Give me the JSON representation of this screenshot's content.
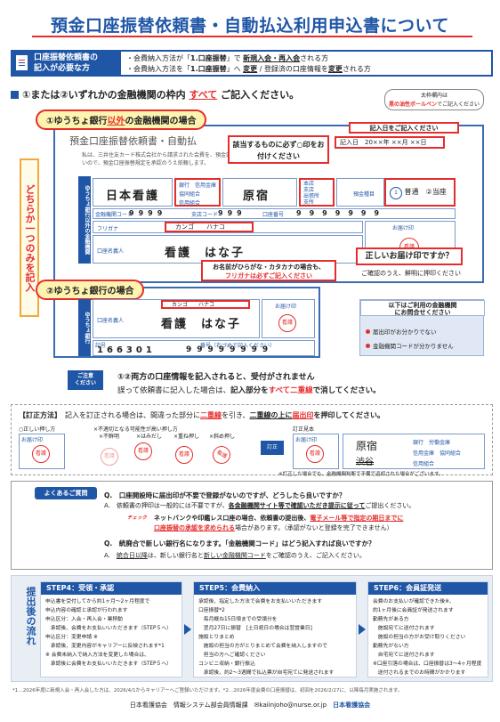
{
  "title": "預金口座振替依頼書・自動払込利用申込書について",
  "topbox": {
    "head_line1": "口座振替依頼書の",
    "head_line2": "記入が必要な方",
    "line1_a": "・会費納入方法が「",
    "line1_b": "1.口座振替",
    "line1_c": "」で ",
    "line1_d": "新規入会・再入会",
    "line1_e": "される方",
    "line2_a": "・会費納入方法を「",
    "line2_b": "1.口座振替",
    "line2_c": "」へ ",
    "line2_d": "変更",
    "line2_e": " / 登録済の口座情報を",
    "line2_f": "変更",
    "line2_g": "される方"
  },
  "section": {
    "head_a": "①または②いずれかの金融機関の枠内 ",
    "head_b": "すべて",
    "head_c": " ご記入ください。",
    "stamp_note_1": "太枠欄内は",
    "stamp_note_2": "黒の油性ボールペン",
    "stamp_note_3": "でご記入ください"
  },
  "side_label": "どちらか一つのみを記入",
  "form1": {
    "pill_a": "①ゆうちょ銀行",
    "pill_b": "以外",
    "pill_c": "の金融機関の場合",
    "title": "預金口座振替依頼書・自動払",
    "desc": "私は、三井住友カード株式会社から請求された会費を、預金口座振替によりお支払いすることとしたいので、預金口座振替規定を承認のうえ依頼します。",
    "vlabel": "ゆうちょ銀行以外の金融機関",
    "bank_name": "日本看護",
    "branch_name": "原宿",
    "opts_left": [
      "銀行",
      "信用金庫",
      "協同組合",
      "信用組合",
      "信農連"
    ],
    "opts_right": [
      "本店",
      "支店",
      "出張所",
      "代理店",
      "支所",
      "営業部"
    ],
    "code_label": "金融機関コード",
    "code_digits": [
      "9",
      "9",
      "9",
      "9"
    ],
    "branch_code_label": "支店コード",
    "branch_digits": [
      "9",
      "9",
      "9"
    ],
    "acct_label": "口座番号",
    "acct_digits": [
      "9",
      "9",
      "9",
      "9",
      "9",
      "9",
      "9"
    ],
    "furigana_label": "フリガナ",
    "furigana": "カンゴ　　ハナコ",
    "holder_label": "口座名義人",
    "holder": "看護　はな子",
    "seal_label": "お届け印",
    "seal": "看護",
    "type_label": "預金種目",
    "type_opt1": "普通",
    "type_opt2": "当座",
    "date_head": "記入日をご記入ください",
    "date_row": "記入日　20××年 ××月 ××日",
    "callout_circle": "該当するものに必ず○印をお付けください",
    "callout_kana_1": "お名前がひらがな・カタカナの場合も、",
    "callout_kana_2": "フリガナは必ずご記入ください"
  },
  "form2": {
    "pill": "②ゆうちょ銀行の場合",
    "vlabel": "ゆうちょ銀行",
    "furigana": "カンゴ　　ハナコ",
    "holder_label": "口座名義人",
    "holder": "看護　はな子",
    "seal_label": "お届け印",
    "seal": "看護",
    "symbol_label": "記号",
    "symbol_digits": [
      "1",
      "6",
      "6",
      "3",
      "0",
      "1"
    ],
    "number_label": "番号（右づめで記入ください）",
    "number_digits": [
      "9",
      "9",
      "9",
      "9",
      "9",
      "9",
      "9",
      "9"
    ]
  },
  "stamp_callout": {
    "title": "正しいお届け印ですか？",
    "sub": "ご確認のうえ、鮮明に押印ください"
  },
  "info_box": {
    "title_1": "以下はご利用の金融機関",
    "title_2": "にお問合せください",
    "item1": "届出印がお分かりでない",
    "item2": "金融機関コードが分かりません"
  },
  "notice": {
    "tag_1": "ご注意",
    "tag_2": "ください",
    "line1": "①②両方の口座情報を記入されると、受付がされません",
    "line2_a": "誤って依頼書に記入した場合は、",
    "line2_b": "記入部分を",
    "line2_c": "すべて二重線",
    "line2_d": "で消してください。"
  },
  "correction": {
    "head": "【訂正方法】",
    "text_a": "記入を訂正される場合は、間違った部分に",
    "text_b": "二重線",
    "text_c": "を引き、",
    "text_d": "二重線の上に",
    "text_e": "届出印",
    "text_f": "を押印してください。",
    "ok_label": "○正しい押し方",
    "ng_label": "×不適切となる可能性が高い押し方",
    "ng1": "×不鮮明",
    "ng2": "×はみだし",
    "ng3": "×重ね押し",
    "ng4": "×斜め押し",
    "seal_label": "お届け印",
    "seal": "看護",
    "sample_label": "訂正見本",
    "sample_new": "原宿",
    "sample_old": "渋谷",
    "arrow_label": "訂正",
    "sample_opts": [
      "銀行",
      "労働金庫",
      "信用金庫",
      "協同組合",
      "信用組合"
    ],
    "note": "※訂正した場合でも、金融機関判断で不備で返却された場合がございます。"
  },
  "faq": {
    "tag": "よくあるご質問",
    "q1": "Q.　口座開設時に届出印が不要で登録がないのですが、どうしたら良いですか？",
    "a1_a": "A.　依頼書の押印は一般的には不要ですが、",
    "a1_b": "各金融機関サイト等で確認いただき提示に従って",
    "a1_c": "ご提出ください。",
    "check": "チェック",
    "a1_d": "ネットバンクや印鑑レス口座の場合、依頼書の提出後、",
    "a1_e": "電子メール等で指定の期日までに",
    "a1_f": "口座振替の承認を求められる",
    "a1_g": "場合があります。（承認がないと登録を完了できません）",
    "q2": "Q.　統廃合で新しい銀行名になります。「金融機関コード」はどう記入すれば良いですか？",
    "a2_a": "A.　",
    "a2_b": "統合日以降",
    "a2_c": "は、新しい銀行名と",
    "a2_d": "新しい金融機関コード",
    "a2_e": "をご確認のうえ、ご記入ください。"
  },
  "flow": {
    "side": "提出後の流れ",
    "step4_title": "STEP4：受領・承認",
    "step4_lines": [
      "申込書を受付してから約1ヶ月～2ヶ月程度で",
      "申込内容の確認と承認が行われます",
      "申込区分：入会・再入会・業移動",
      "　承認後、会費をお支払いいただきます（STEP５へ）",
      "申込区分：変更申請 ※",
      "　承認後、変更内容がキャリアーに反映されます*1",
      "※ 会費未納入で納入方法を変更した場合は、",
      "　承認後に会費をお支払いいただきます（STEP５へ）"
    ],
    "step5_title": "STEP5：会費納入",
    "step5_lines": [
      "承認後、指定した方法で会費をお支払いいただきます",
      "口座振替*2",
      "　毎月概ね15日頃までの受領分を",
      "　翌月27日に振替　[土日祝日の場合は翌営業日]",
      "施設とりまとめ",
      "　施設の担当の方がとりまとめて会費を納入しますので",
      "　担当の方へご確認ください",
      "コンビニ収納・銀行振込",
      "　承認後、約2～3週間で払込票が自宅宛てに発送されます"
    ],
    "step6_title": "STEP6：会員証発送",
    "step6_lines": [
      "会費のお支払いが確認できた後※、",
      "約1ヶ月後に会員証が発送されます",
      "勤務先がある方",
      "　施設宛てに送付されます",
      "　施設の担当の方がお受け取りください",
      "勤務先がない方",
      "　自宅宛てに送付されます",
      "※口座引落の場合は、口座振替は3～4ヶ月程度",
      "　送付されるまでのお時間がかかります"
    ]
  },
  "footnote": "*1…2026年度に新規入会・再入会した方は、2026/4/1からキャリアーへご登録いただけます。*2…2026年度会費の口座振替は、初回を2026/2/27に、以降毎月実施されます。",
  "footer": {
    "org": "日本看護協会　情報システム部会員情報課",
    "email_icon": "✉",
    "email": "kaiinjoho@nurse.or.jp",
    "logo": "日本看護協会"
  },
  "colors": {
    "blue": "#1f56a6",
    "red": "#e62d2d",
    "yellow": "#fff3b0",
    "orange": "#f2a93b"
  }
}
